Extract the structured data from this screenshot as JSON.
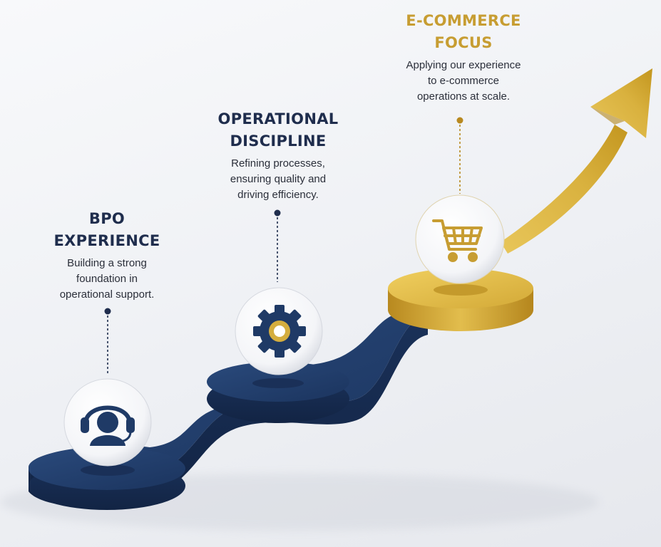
{
  "colors": {
    "navy": "#1f3a66",
    "gold": "#d4ad3e",
    "background": "#f2f3f6"
  },
  "stages": [
    {
      "title_line1": "BPO",
      "title_line2": "EXPERIENCE",
      "desc_line1": "Building a strong",
      "desc_line2": "foundation in",
      "desc_line3": "operational support.",
      "icon": "headset-user-icon",
      "title_color": "#1f2d4d"
    },
    {
      "title_line1": "OPERATIONAL",
      "title_line2": "DISCIPLINE",
      "desc_line1": "Refining processes,",
      "desc_line2": "ensuring quality and",
      "desc_line3": "driving efficiency.",
      "icon": "gear-icon",
      "title_color": "#1f2d4d"
    },
    {
      "title_line1": "E-COMMERCE",
      "title_line2": "FOCUS",
      "desc_line1": "Applying our experience",
      "desc_line2": "to e-commerce",
      "desc_line3": "operations at scale.",
      "icon": "shopping-cart-icon",
      "title_color": "#c79d32"
    }
  ]
}
